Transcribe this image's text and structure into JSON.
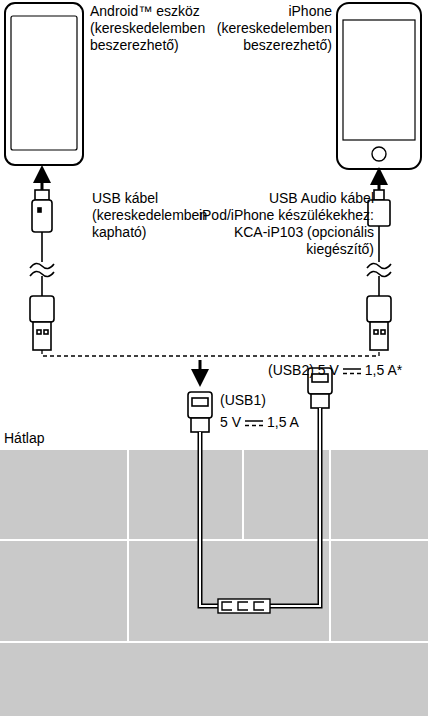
{
  "diagram": {
    "labels": [
      "Android™ eszköz (kereskedelemben beszerezhető)",
      "iPhone (kereskedelemben beszerezhető)",
      "USB kábel (kereskedelemben kapható)",
      "USB Audio kábel iPod/iPhone készülékekhez: KCA-iP103 (opcionális kiegészítő)",
      "(USB2) 5 V",
      "1,5 A*",
      "(USB1)",
      "5 V",
      "1,5 A",
      "Hátlap"
    ]
  }
}
